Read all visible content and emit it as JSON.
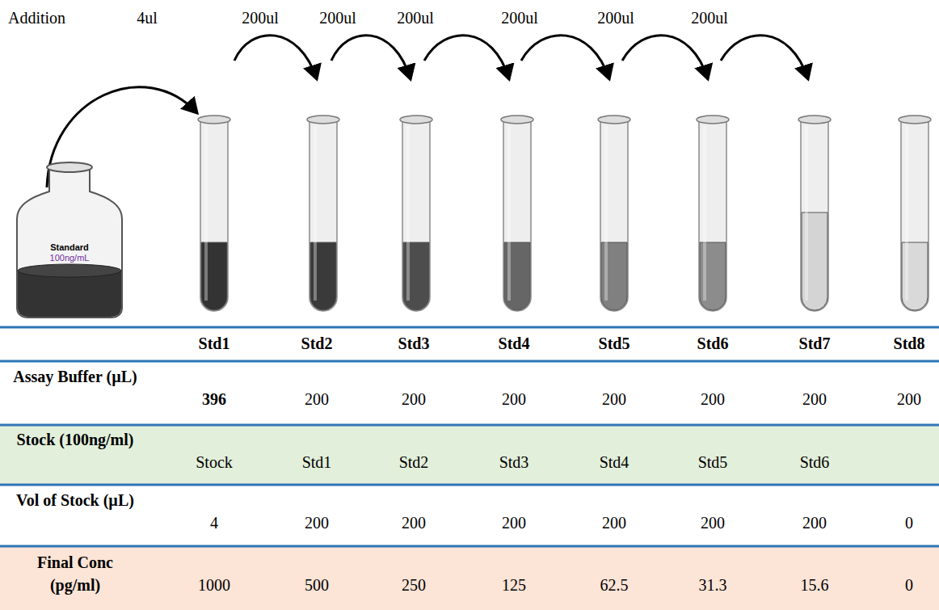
{
  "diagram": {
    "nodes": [
      {
        "text": [
          "Standard",
          "100ng/mL"
        ]
      }
    ],
    "labels": [
      "Addition",
      "4ul",
      "200ul",
      "200ul",
      "200ul",
      "200ul",
      "200ul",
      "200ul",
      "Std1",
      "Std2",
      "Std3",
      "Std4",
      "Std5",
      "Std6",
      "Std7",
      "Std8",
      "Assay Buffer (µL)",
      "396",
      "200",
      "200",
      "200",
      "200",
      "200",
      "200",
      "200",
      "Stock (100ng/ml)",
      "Stock",
      "Std1",
      "Std2",
      "Std3",
      "Std4",
      "Std5",
      "Std6",
      "Vol of Stock (µL)",
      "4",
      "200",
      "200",
      "200",
      "200",
      "200",
      "200",
      "0",
      "Final Conc (pg/ml)",
      "1000",
      "500",
      "250",
      "125",
      "62.5",
      "31.3",
      "15.6",
      "0"
    ]
  }
}
